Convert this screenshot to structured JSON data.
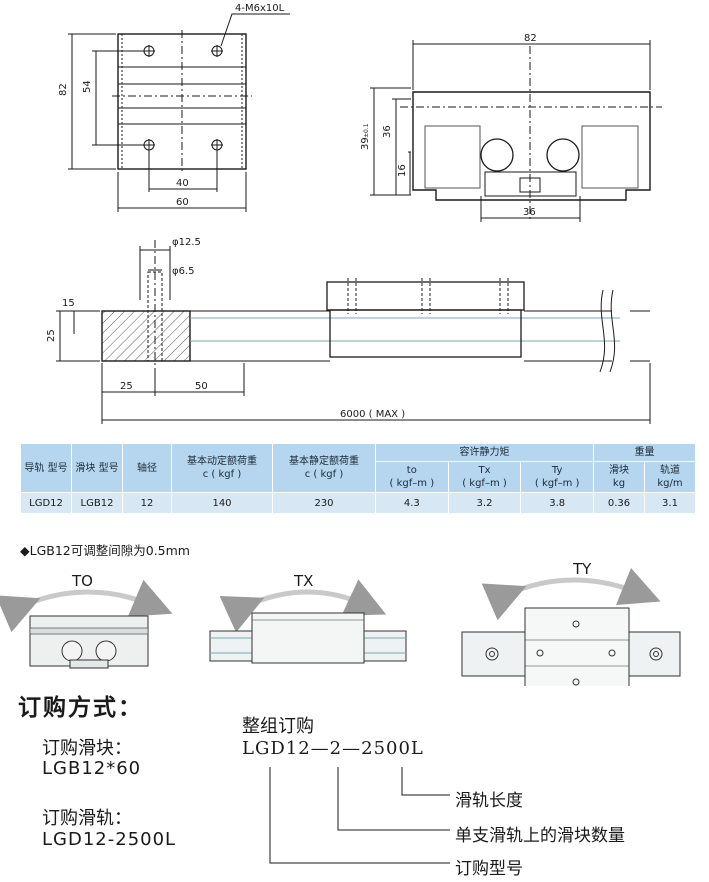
{
  "drawing_labels": {
    "hole_spec": "4-M6x10L",
    "top_82": "82",
    "top_54": "54",
    "top_40": "40",
    "top_60": "60",
    "end_82": "82",
    "end_39": "39",
    "end_tol": "±0.1",
    "end_36_v": "36",
    "end_16": "16",
    "end_36_h": "36",
    "side_d125": "φ12.5",
    "side_d65": "φ6.5",
    "side_15": "15",
    "side_25": "25",
    "side_25h": "25",
    "side_50": "50",
    "side_6000": "6000 ( MAX )"
  },
  "table": {
    "h_rail": "导轨 型号",
    "h_block": "滑块 型号",
    "h_shaft": "轴径",
    "h_dyn": "基本动定额荷重",
    "h_dyn_unit": "c ( kgf )",
    "h_stat": "基本静定额荷重",
    "h_stat_unit": "c ( kgf )",
    "h_moment": "容许静力矩",
    "h_to": "to",
    "h_to_unit": "( kgf–m )",
    "h_tx": "Tx",
    "h_tx_unit": "( kgf–m )",
    "h_ty": "Ty",
    "h_ty_unit": "( kgf–m )",
    "h_weight": "重量",
    "h_wblock": "滑块",
    "h_wblock_unit": "kg",
    "h_wrail": "轨道",
    "h_wrail_unit": "kg/m",
    "row": {
      "rail": "LGD12",
      "block": "LGB12",
      "shaft": "12",
      "dyn": "140",
      "stat": "230",
      "to": "4.3",
      "tx": "3.2",
      "ty": "3.8",
      "wblock": "0.36",
      "wrail": "3.1"
    }
  },
  "note": "◆LGB12可调整间隙为0.5mm",
  "moments": {
    "to": "TO",
    "tx": "TX",
    "ty": "TY"
  },
  "order": {
    "title": "订购方式：",
    "block_label": "订购滑块：",
    "block_code": "LGB12*60",
    "rail_label": "订购滑轨：",
    "rail_code": "LGD12-2500L",
    "example_title": "整组订购",
    "example_code": "LGD12—2—2500L",
    "callout_length": "滑轨长度",
    "callout_count": "单支滑轨上的滑块数量",
    "callout_model": "订购型号"
  },
  "colors": {
    "line": "#1a1a1a",
    "table_header": "#b5d6ee",
    "table_row": "#d7e7f4",
    "arrow": "#c9c9c9"
  }
}
